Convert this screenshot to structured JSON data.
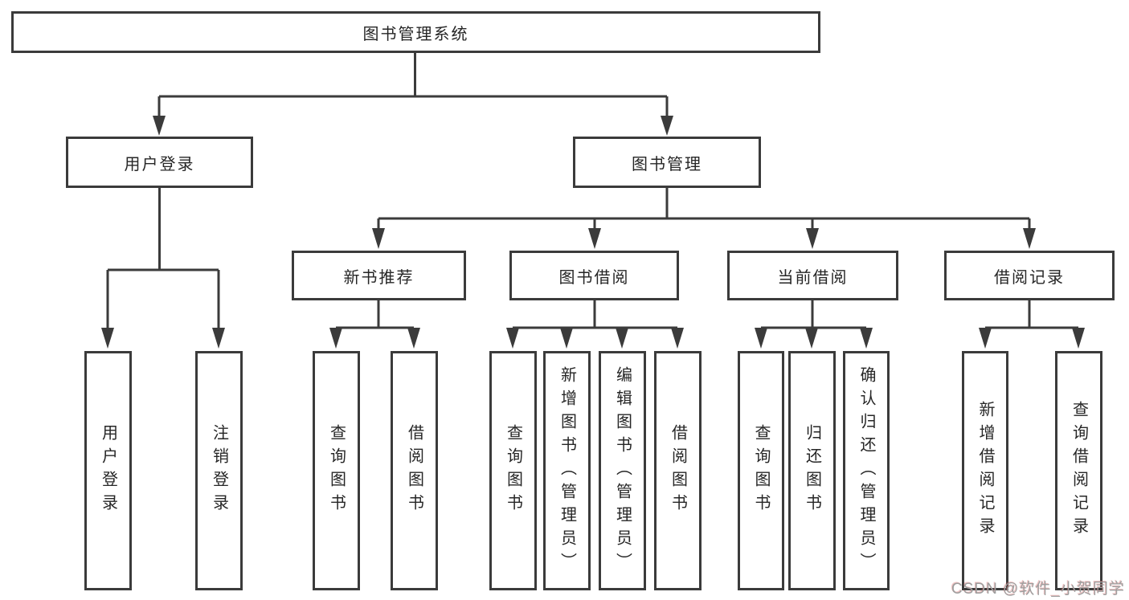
{
  "diagram": {
    "root": "图书管理系统",
    "branches": [
      {
        "label": "用户登录",
        "children": [
          "用户登录",
          "注销登录"
        ]
      },
      {
        "label": "图书管理",
        "groups": [
          {
            "label": "新书推荐",
            "children": [
              "查询图书",
              "借阅图书"
            ]
          },
          {
            "label": "图书借阅",
            "children": [
              "查询图书",
              "新增图书（管理员）",
              "编辑图书（管理员）",
              "借阅图书"
            ]
          },
          {
            "label": "当前借阅",
            "children": [
              "查询图书",
              "归还图书",
              "确认归还（管理员）"
            ]
          },
          {
            "label": "借阅记录",
            "children": [
              "新增借阅记录",
              "查询借阅记录"
            ]
          }
        ]
      }
    ]
  },
  "watermark": "CSDN @软件_小贺同学",
  "colors": {
    "line": "#3b3b3b",
    "text": "#262626",
    "watermark_gray": "#9e9e9e",
    "watermark_red_fringe": "#d86060",
    "background": "#ffffff"
  }
}
